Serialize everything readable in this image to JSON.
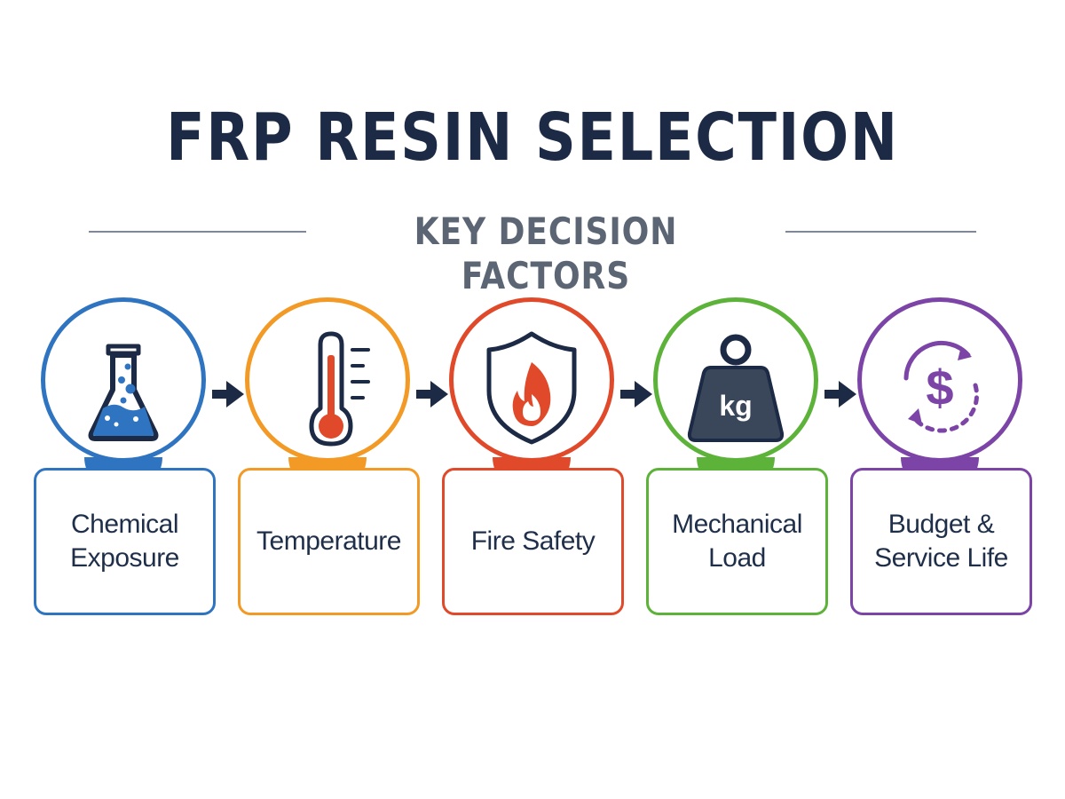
{
  "title": "FRP RESIN SELECTION",
  "subtitle": "KEY DECISION FACTORS",
  "steps": [
    {
      "label_lines": [
        "Chemical",
        "Exposure"
      ],
      "icon": "flask-icon",
      "color": "#2f74c0"
    },
    {
      "label_lines": [
        "Temperature"
      ],
      "icon": "thermometer-icon",
      "color": "#f29a25"
    },
    {
      "label_lines": [
        "Fire Safety"
      ],
      "icon": "fire-shield-icon",
      "color": "#e04a2a"
    },
    {
      "label_lines": [
        "Mechanical",
        "Load"
      ],
      "icon": "weight-icon",
      "weight_text": "kg",
      "color": "#5db33a"
    },
    {
      "label_lines": [
        "Budget &",
        "Service Life"
      ],
      "icon": "dollar-cycle-icon",
      "currency_symbol": "$",
      "color": "#7b44a6"
    }
  ],
  "arrow_icon": "arrow-right-icon",
  "colors": {
    "navy": "#1c2a45",
    "gray": "#5c6573",
    "rule": "#7f8896"
  }
}
